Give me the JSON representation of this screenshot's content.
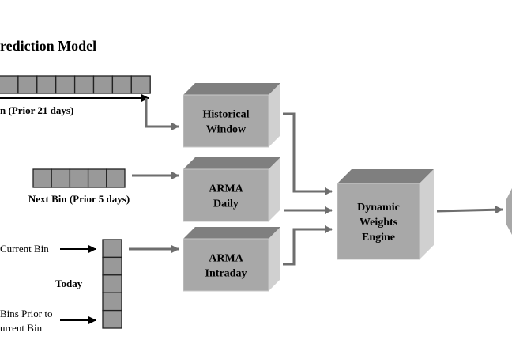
{
  "title": "rediction Model",
  "inputs": {
    "historical_label": "n (Prior 21 days)",
    "next_bin_label": "Next Bin (Prior 5 days)",
    "current_bin_label": "Current Bin",
    "today_label": "Today",
    "bins_prior_line1": "Bins Prior to",
    "bins_prior_line2": "urrent Bin"
  },
  "boxes": {
    "historical": [
      "Historical",
      "Window"
    ],
    "arma_daily": [
      "ARMA",
      "Daily"
    ],
    "arma_intraday": [
      "ARMA",
      "Intraday"
    ],
    "dynamic": [
      "Dynamic",
      "Weights",
      "Engine"
    ]
  },
  "colors": {
    "box_front": "#a8a8a8",
    "box_top": "#7f7f7f",
    "box_side": "#d0d0d0",
    "cell": "#999999",
    "arrow": "#6e6e6e"
  }
}
